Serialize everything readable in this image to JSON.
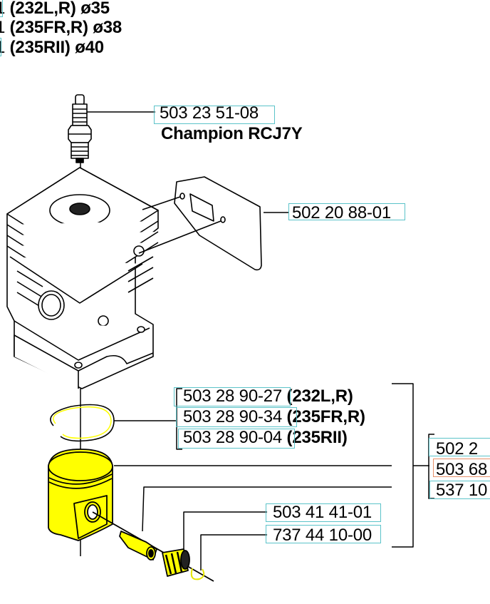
{
  "header_lines": [
    {
      "part_suffix": "1",
      "models": "(232L,R)",
      "diameter": "ø35"
    },
    {
      "part_suffix": "1",
      "models": "(235FR,R)",
      "diameter": "ø38"
    },
    {
      "part_suffix": "1",
      "models": "(235RII)",
      "diameter": "ø40"
    }
  ],
  "spark_plug": {
    "part_number": "503 23 51-08",
    "description": "Champion RCJ7Y"
  },
  "gasket": {
    "part_number": "502 20 88-01"
  },
  "piston_rings": [
    {
      "part_number": "503 28 90-27",
      "models": "(232L,R)"
    },
    {
      "part_number": "503 28 90-34",
      "models": "(235FR,R)"
    },
    {
      "part_number": "503 28 90-04",
      "models": "(235RII)"
    }
  ],
  "kits": [
    {
      "part_number": "502 2",
      "highlight": "cyan"
    },
    {
      "part_number": "503 68",
      "highlight": "orange"
    },
    {
      "part_number": "537 10",
      "highlight": "cyan"
    }
  ],
  "needle_bearing": {
    "part_number": "503 41 41-01"
  },
  "circlip": {
    "part_number": "737 44 10-00"
  },
  "colors": {
    "highlight_cyan": "#5bc3c9",
    "highlight_orange": "#e8906a",
    "piston_yellow": "#ffff00"
  }
}
